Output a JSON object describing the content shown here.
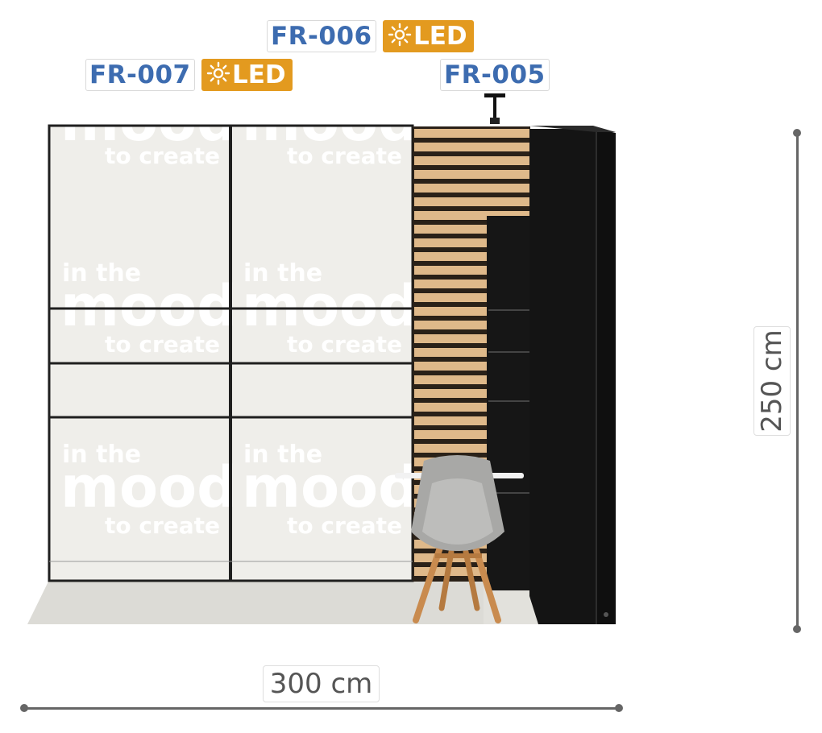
{
  "labels": {
    "fr006": "FR-006",
    "fr007": "FR-007",
    "fr005": "FR-005",
    "led_a": "LED",
    "led_b": "LED"
  },
  "dimensions": {
    "width": "300 cm",
    "height": "250 cm"
  },
  "watermark": {
    "line1": "in the",
    "line2": "mood",
    "line3": "to create"
  },
  "colors": {
    "tag_text": "#3d6cb0",
    "led_badge": "#e39a1f",
    "panel_white": "#efeeea",
    "frame_black": "#1a1a1a",
    "slat_wood": "#dfb98a"
  },
  "icons": {
    "led": "sun-icon"
  }
}
